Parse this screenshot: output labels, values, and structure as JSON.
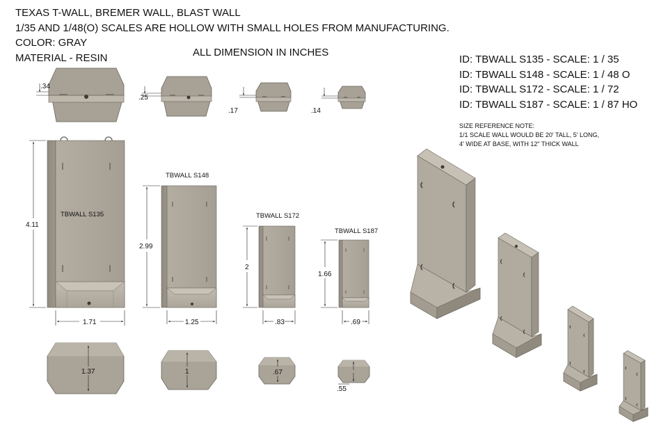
{
  "header": {
    "line1": "TEXAS T-WALL, BREMER WALL, BLAST WALL",
    "line2": "1/35 AND 1/48(O) SCALES ARE HOLLOW WITH SMALL HOLES FROM MANUFACTURING.",
    "line3": "COLOR: GRAY",
    "line4": "MATERIAL - RESIN",
    "dimensions_note": "ALL DIMENSION IN INCHES"
  },
  "ids": [
    "ID: TBWALL S135 - SCALE: 1 / 35",
    "ID: TBWALL S148 - SCALE: 1 / 48 O",
    "ID: TBWALL S172 - SCALE: 1 / 72",
    "ID: TBWALL S187 - SCALE: 1 / 87 HO"
  ],
  "size_note": {
    "line1": "SIZE REFERENCE NOTE:",
    "line2": "1/1 SCALE WALL WOULD BE 20' TALL, 5' LONG,",
    "line3": "4' WIDE AT BASE, WITH 12\" THICK WALL"
  },
  "walls": [
    {
      "label": "TBWALL S135",
      "height": "4.11",
      "width": "1.71",
      "base_depth": "1.37",
      "top_thickness": ".34"
    },
    {
      "label": "TBWALL S148",
      "height": "2.99",
      "width": "1.25",
      "base_depth": "1",
      "top_thickness": ".25"
    },
    {
      "label": "TBWALL S172",
      "height": "2",
      "width": ".83",
      "base_depth": ".67",
      "top_thickness": ".17"
    },
    {
      "label": "TBWALL S187",
      "height": "1.66",
      "width": ".69",
      "base_depth": ".55",
      "top_thickness": ".14"
    }
  ],
  "colors": {
    "resin_gray": "#a9a398",
    "resin_light": "#bdb7ac",
    "resin_dark": "#8d877c",
    "outline": "#5a564f"
  }
}
